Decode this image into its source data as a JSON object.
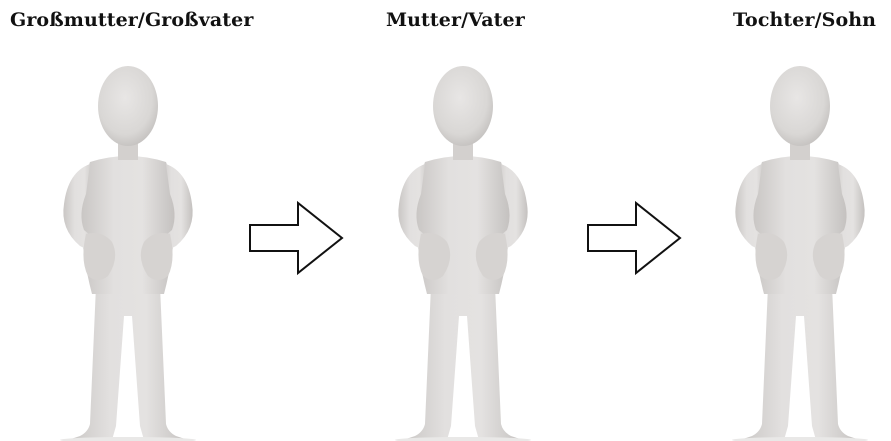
{
  "generations": [
    {
      "label": "Großmutter/Großvater",
      "icon": "person-figure-icon"
    },
    {
      "label": "Mutter/Vater",
      "icon": "person-figure-icon"
    },
    {
      "label": "Tochter/Sohn",
      "icon": "person-figure-icon"
    }
  ],
  "arrows": [
    {
      "icon": "right-arrow-icon"
    },
    {
      "icon": "right-arrow-icon"
    }
  ],
  "colors": {
    "figure_fill": "#dedcdb",
    "figure_shadow": "#c7c4c2",
    "arrow_stroke": "#111111",
    "arrow_fill": "#ffffff",
    "text": "#111111",
    "background": "#ffffff"
  }
}
